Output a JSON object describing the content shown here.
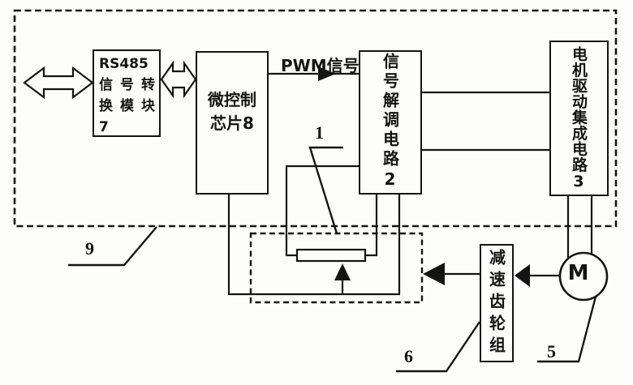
{
  "colors": {
    "background": "#fdfdfc",
    "line": "#141414"
  },
  "blocks": {
    "rs485": {
      "lines": [
        "RS485",
        "信号转",
        "换模块",
        "7"
      ]
    },
    "mcu": {
      "lines": [
        "微控制",
        "芯片8"
      ]
    },
    "demod": {
      "label": "信号解调电路2"
    },
    "driver": {
      "label": "电机驱动集成电路3"
    },
    "gear": {
      "label": "减速齿轮组"
    },
    "motor": {
      "label": "M"
    }
  },
  "labels": {
    "pwm": "PWM信号",
    "pot_ref": "1",
    "outer_ref": "9",
    "gear_ref": "6",
    "motor_ref": "5"
  }
}
